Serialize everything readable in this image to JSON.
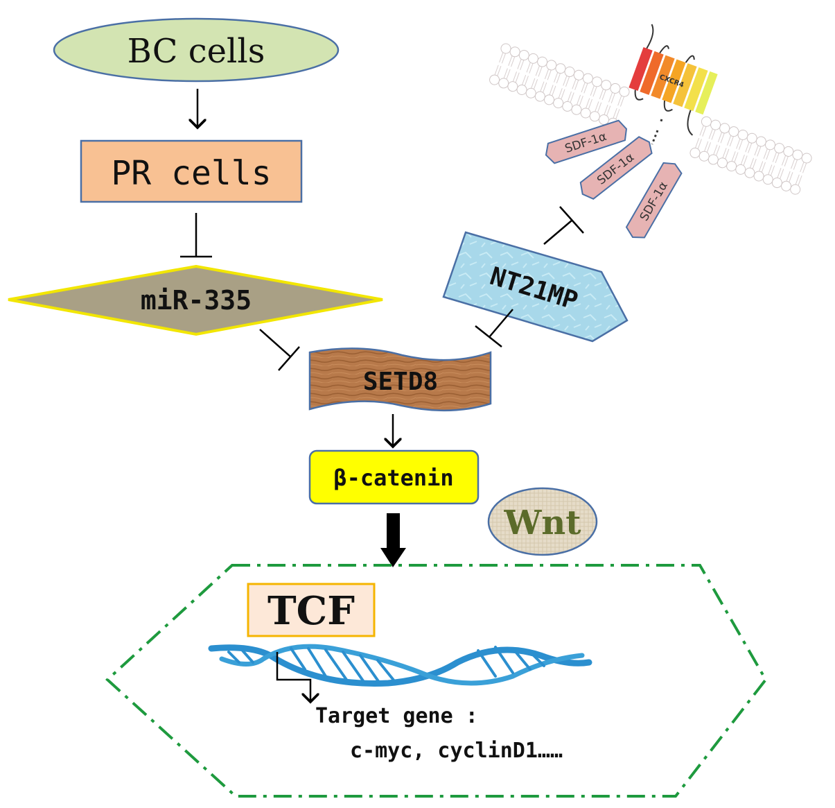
{
  "nodes": {
    "bc_cells": "BC cells",
    "pr_cells": "PR cells",
    "mir335": "miR-335",
    "setd8": "SETD8",
    "nt21mp": "NT21MP",
    "beta_catenin": "β-catenin",
    "wnt": "Wnt",
    "tcf": "TCF",
    "cxcr4": "CXCR4",
    "sdf": [
      "SDF-1α",
      "SDF-1α",
      "SDF-1α"
    ],
    "target_gene_label": "Target gene :",
    "target_genes": "c-myc, cyclinD1……"
  },
  "colors": {
    "bc_fill": "#d3e4b2",
    "pr_fill": "#f8c193",
    "mir_fill": "#a9a085",
    "mir_stroke": "#f2e600",
    "setd8_fill": "#b7794a",
    "nt21mp_fill": "#a8d8ea",
    "beta_fill": "#ffff00",
    "wnt_fill": "#e6dcc8",
    "wnt_text": "#5b6b2a",
    "tcf_fill": "#fde8d8",
    "tcf_stroke": "#f5b400",
    "nucleus_stroke": "#1e9a3e",
    "dna": "#2b8fcf",
    "sdf_fill": "#e6b3b3",
    "outline": "#4a6fa5"
  }
}
